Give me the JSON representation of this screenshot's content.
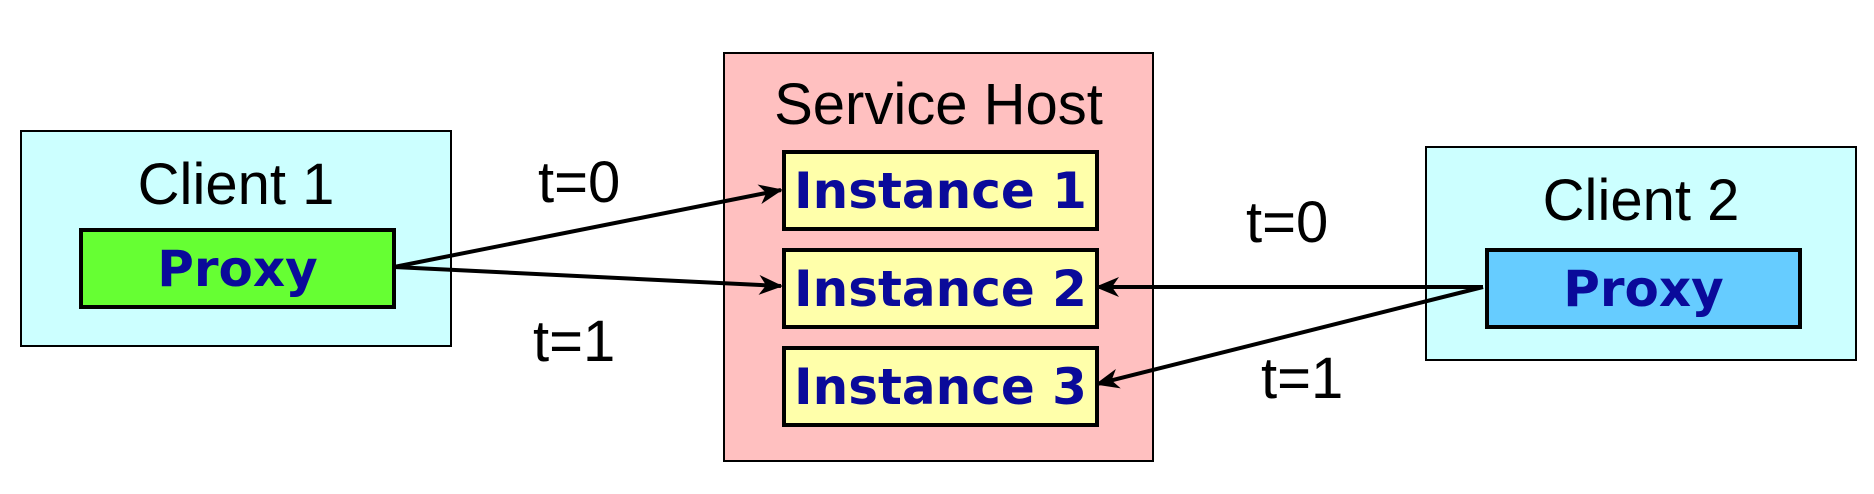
{
  "client1": {
    "title": "Client 1",
    "proxy_label": "Proxy",
    "bg_color": "#ccffff",
    "proxy_color": "#66ff33"
  },
  "service_host": {
    "title": "Service Host",
    "bg_color": "#ffc0c0",
    "instance_color": "#ffffaa",
    "instances": [
      {
        "label": "Instance 1"
      },
      {
        "label": "Instance 2"
      },
      {
        "label": "Instance 3"
      }
    ]
  },
  "client2": {
    "title": "Client 2",
    "proxy_label": "Proxy",
    "bg_color": "#ccffff",
    "proxy_color": "#66ccff"
  },
  "edges": [
    {
      "from": "client1.proxy",
      "to": "instance-1",
      "label": "t=0"
    },
    {
      "from": "client1.proxy",
      "to": "instance-2",
      "label": "t=1"
    },
    {
      "from": "client2.proxy",
      "to": "instance-2",
      "label": "t=0"
    },
    {
      "from": "client2.proxy",
      "to": "instance-3",
      "label": "t=1"
    }
  ]
}
